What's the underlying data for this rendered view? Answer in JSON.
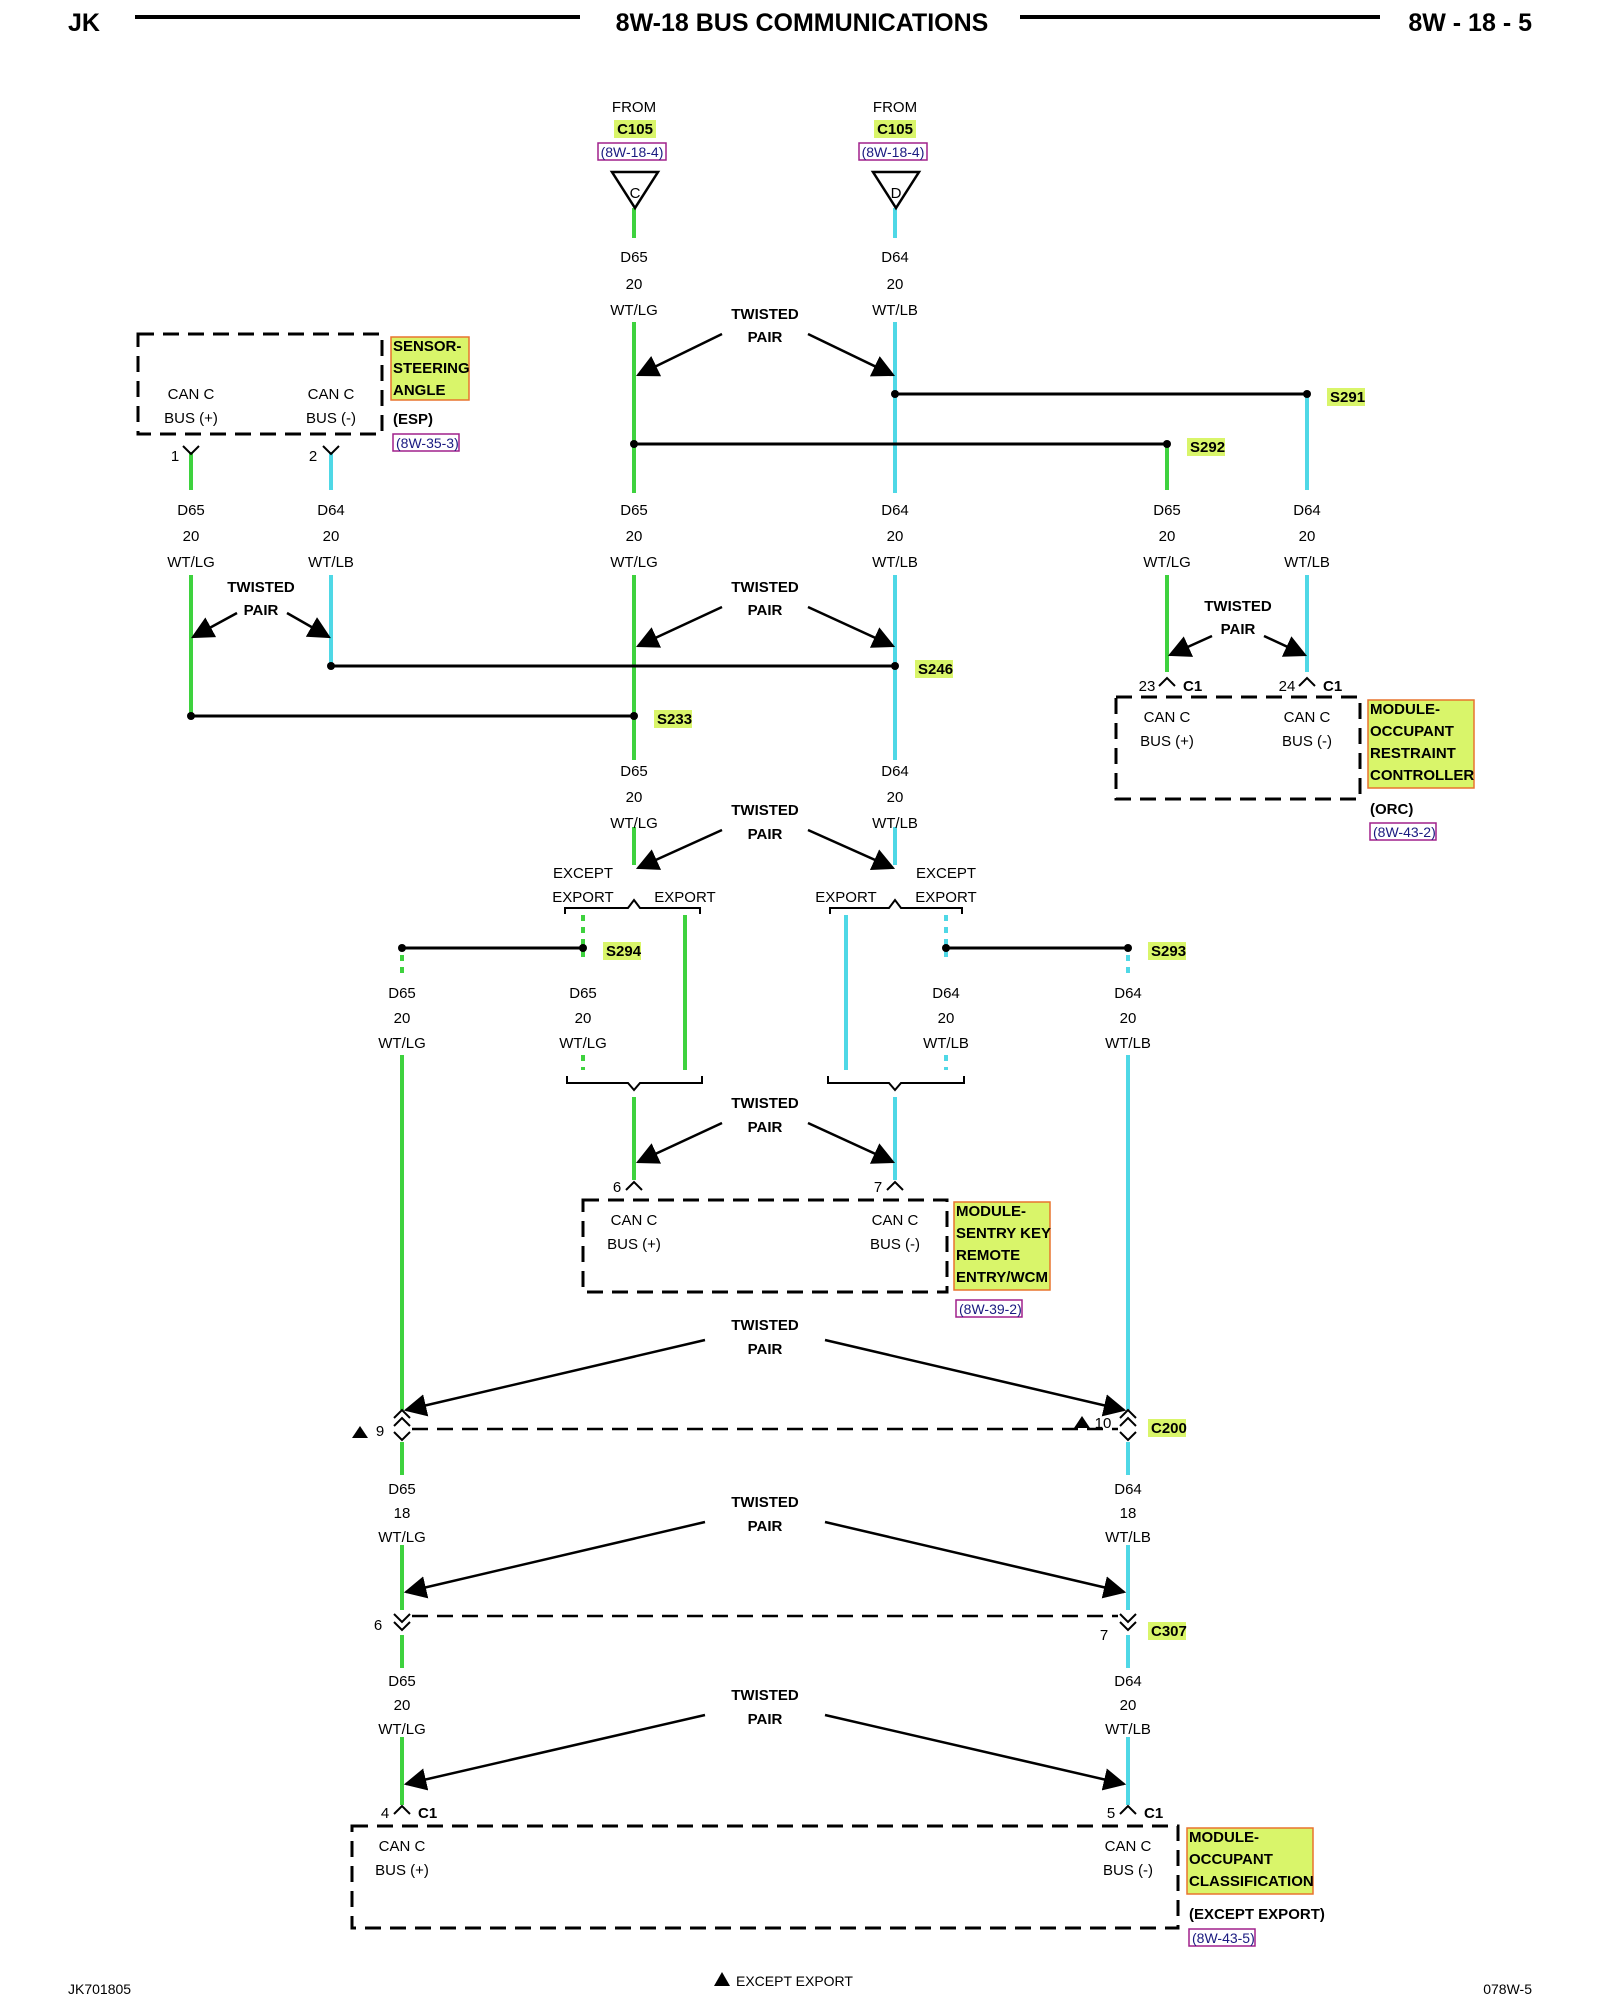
{
  "header": {
    "left": "JK",
    "center": "8W-18 BUS COMMUNICATIONS",
    "right": "8W - 18 - 5"
  },
  "footer": {
    "left": "JK701805",
    "right": "078W-5",
    "legend_text": "EXCEPT EXPORT"
  },
  "text": {
    "from": "FROM",
    "twisted": "TWISTED",
    "pair": "PAIR",
    "can_c": "CAN C",
    "bus_pos": "BUS (+)",
    "bus_neg": "BUS (-)",
    "except": "EXCEPT",
    "export": "EXPORT"
  },
  "top_connectors": [
    {
      "conn": "C105",
      "ref": "(8W-18-4)",
      "pin": "C"
    },
    {
      "conn": "C105",
      "ref": "(8W-18-4)",
      "pin": "D"
    }
  ],
  "wire_labels": [
    {
      "circuit": "D65",
      "gauge": "20",
      "color": "WT/LG"
    },
    {
      "circuit": "D64",
      "gauge": "20",
      "color": "WT/LB"
    },
    {
      "circuit": "D65",
      "gauge": "20",
      "color": "WT/LG"
    },
    {
      "circuit": "D64",
      "gauge": "20",
      "color": "WT/LB"
    },
    {
      "circuit": "D65",
      "gauge": "20",
      "color": "WT/LG"
    },
    {
      "circuit": "D64",
      "gauge": "20",
      "color": "WT/LB"
    },
    {
      "circuit": "D65",
      "gauge": "20",
      "color": "WT/LG"
    },
    {
      "circuit": "D64",
      "gauge": "20",
      "color": "WT/LB"
    },
    {
      "circuit": "D65",
      "gauge": "20",
      "color": "WT/LG"
    },
    {
      "circuit": "D64",
      "gauge": "20",
      "color": "WT/LB"
    },
    {
      "circuit": "D65",
      "gauge": "20",
      "color": "WT/LG"
    },
    {
      "circuit": "D65",
      "gauge": "20",
      "color": "WT/LG"
    },
    {
      "circuit": "D64",
      "gauge": "20",
      "color": "WT/LB"
    },
    {
      "circuit": "D64",
      "gauge": "20",
      "color": "WT/LB"
    },
    {
      "circuit": "D65",
      "gauge": "18",
      "color": "WT/LG"
    },
    {
      "circuit": "D64",
      "gauge": "18",
      "color": "WT/LB"
    },
    {
      "circuit": "D65",
      "gauge": "20",
      "color": "WT/LG"
    },
    {
      "circuit": "D64",
      "gauge": "20",
      "color": "WT/LB"
    }
  ],
  "splices": [
    "S291",
    "S292",
    "S246",
    "S233",
    "S294",
    "S293"
  ],
  "modules": [
    {
      "lines": [
        "SENSOR-",
        "STEERING",
        "ANGLE"
      ],
      "sub": "(ESP)",
      "ref": "(8W-35-3)",
      "pins": [
        "1",
        "2"
      ]
    },
    {
      "lines": [
        "MODULE-",
        "OCCUPANT",
        "RESTRAINT",
        "CONTROLLER"
      ],
      "sub": "(ORC)",
      "ref": "(8W-43-2)",
      "conn": "C1",
      "pins": [
        "23",
        "24"
      ]
    },
    {
      "lines": [
        "MODULE-",
        "SENTRY KEY",
        "REMOTE",
        "ENTRY/WCM"
      ],
      "ref": "(8W-39-2)",
      "pins": [
        "6",
        "7"
      ]
    },
    {
      "lines": [
        "MODULE-",
        "OCCUPANT",
        "CLASSIFICATION"
      ],
      "sub": "(EXCEPT EXPORT)",
      "ref": "(8W-43-5)",
      "conn": "C1",
      "pins": [
        "4",
        "5"
      ]
    }
  ],
  "inline_connectors": [
    {
      "name": "C200",
      "pins": [
        "9",
        "10"
      ]
    },
    {
      "name": "C307",
      "pins": [
        "6",
        "7"
      ]
    }
  ],
  "colors": {
    "wire_lg": "#3ed23e",
    "wire_lb": "#4fd8e6",
    "highlight": "#d9f56a",
    "highlight_border": "#e8742e",
    "ref_border": "#a0208c"
  }
}
